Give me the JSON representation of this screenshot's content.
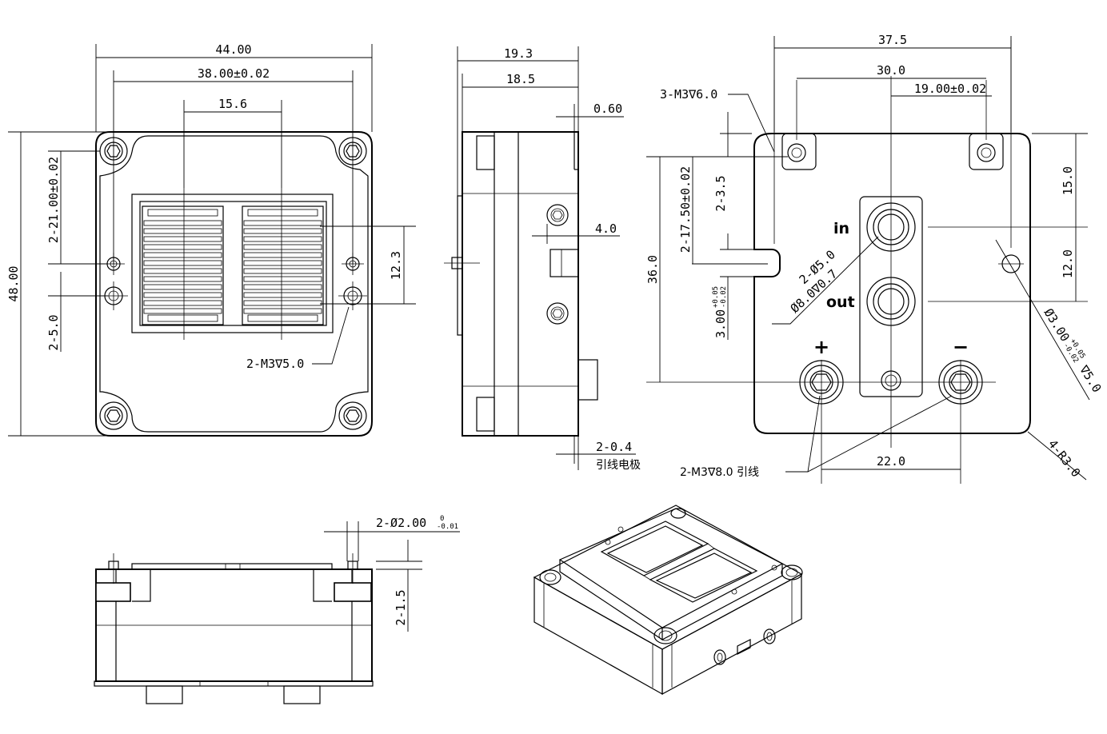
{
  "front_view": {
    "width": "44.00",
    "hole_pitch": "38.00±0.02",
    "window_pitch": "15.6",
    "height": "48.00",
    "hole_vertical": "2-21.00±0.02",
    "hole_offset": "2-5.0",
    "window_height": "12.3",
    "thread_note": "2-M3∇5.0"
  },
  "side_view": {
    "overall_depth": "19.3",
    "body_depth": "18.5",
    "plate_thickness": "0.60",
    "port_offset": "4.0",
    "electrode_thickness": "2-0.4",
    "electrode_label": "引线电极"
  },
  "rear_view": {
    "width": "37.5",
    "hole_pitch": "30.0",
    "port_offset": "19.00±0.02",
    "top_thread": "3-M3∇6.0",
    "vertical_a": "2-3.5",
    "vertical_b": "2-17.50±0.02",
    "overall_height": "36.0",
    "pin_dia": "3.00",
    "pin_tol_upper": "+0.05",
    "pin_tol_lower": "-0.02",
    "top_offset": "15.0",
    "port_pitch": "12.0",
    "port_dia": "2-Ø5.0",
    "counterbore": "Ø8.0∇0.7",
    "label_in": "in",
    "label_out": "out",
    "label_plus": "+",
    "label_minus": "−",
    "pin_note": "Ø3.00",
    "pin_note_tol_upper": "+0.05",
    "pin_note_tol_lower": "-0.02",
    "pin_note_depth": "∇5.0",
    "terminal_pitch": "22.0",
    "corner_radius": "4-R3.0",
    "terminal_thread": "2-M3∇8.0 引线"
  },
  "bottom_view": {
    "pin_dia": "2-Ø2.00",
    "pin_tol_upper": "0",
    "pin_tol_lower": "-0.01",
    "pin_height": "2-1.5"
  }
}
